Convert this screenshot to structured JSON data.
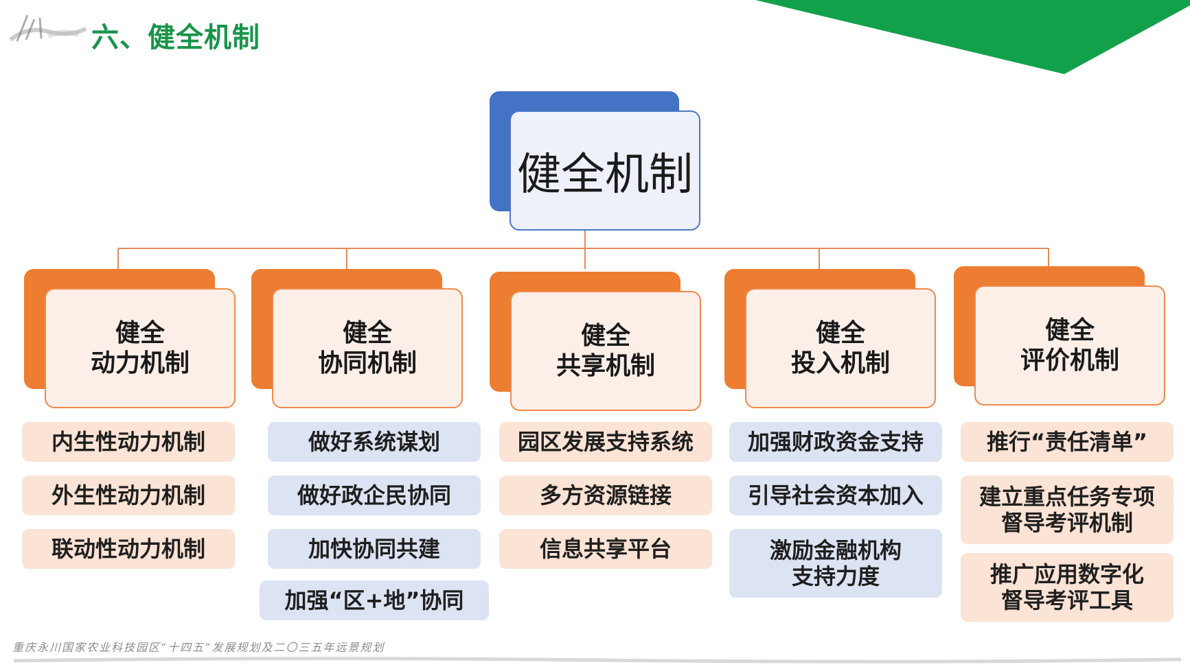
{
  "header": {
    "title": "六、健全机制"
  },
  "root": {
    "label": "健全机制"
  },
  "categories": [
    {
      "line1": "健全",
      "line2": "动力机制",
      "items": [
        "内生性动力机制",
        "外生性动力机制",
        "联动性动力机制"
      ]
    },
    {
      "line1": "健全",
      "line2": "协同机制",
      "items": [
        "做好系统谋划",
        "做好政企民协同",
        "加快协同共建",
        "加强“区+地”协同"
      ]
    },
    {
      "line1": "健全",
      "line2": "共享机制",
      "items": [
        "园区发展支持系统",
        "多方资源链接",
        "信息共享平台"
      ]
    },
    {
      "line1": "健全",
      "line2": "投入机制",
      "items": [
        "加强财政资金支持",
        "引导社会资本加入",
        "激励金融机构\n支持力度"
      ]
    },
    {
      "line1": "健全",
      "line2": "评价机制",
      "items": [
        "推行“责任清单”",
        "建立重点任务专项\n督导考评机制",
        "推广应用数字化\n督导考评工具"
      ]
    }
  ],
  "footer": {
    "text": "重庆永川国家农业科技园区“十四五”发展规划及二〇三五年远景规划"
  },
  "colors": {
    "title_green": "#19944a",
    "root_blue": "#4472c4",
    "category_orange": "#ed7d31",
    "item_peach": "#fbe3d5",
    "item_blue": "#dce3f2",
    "corner_green": "#13a04a"
  }
}
